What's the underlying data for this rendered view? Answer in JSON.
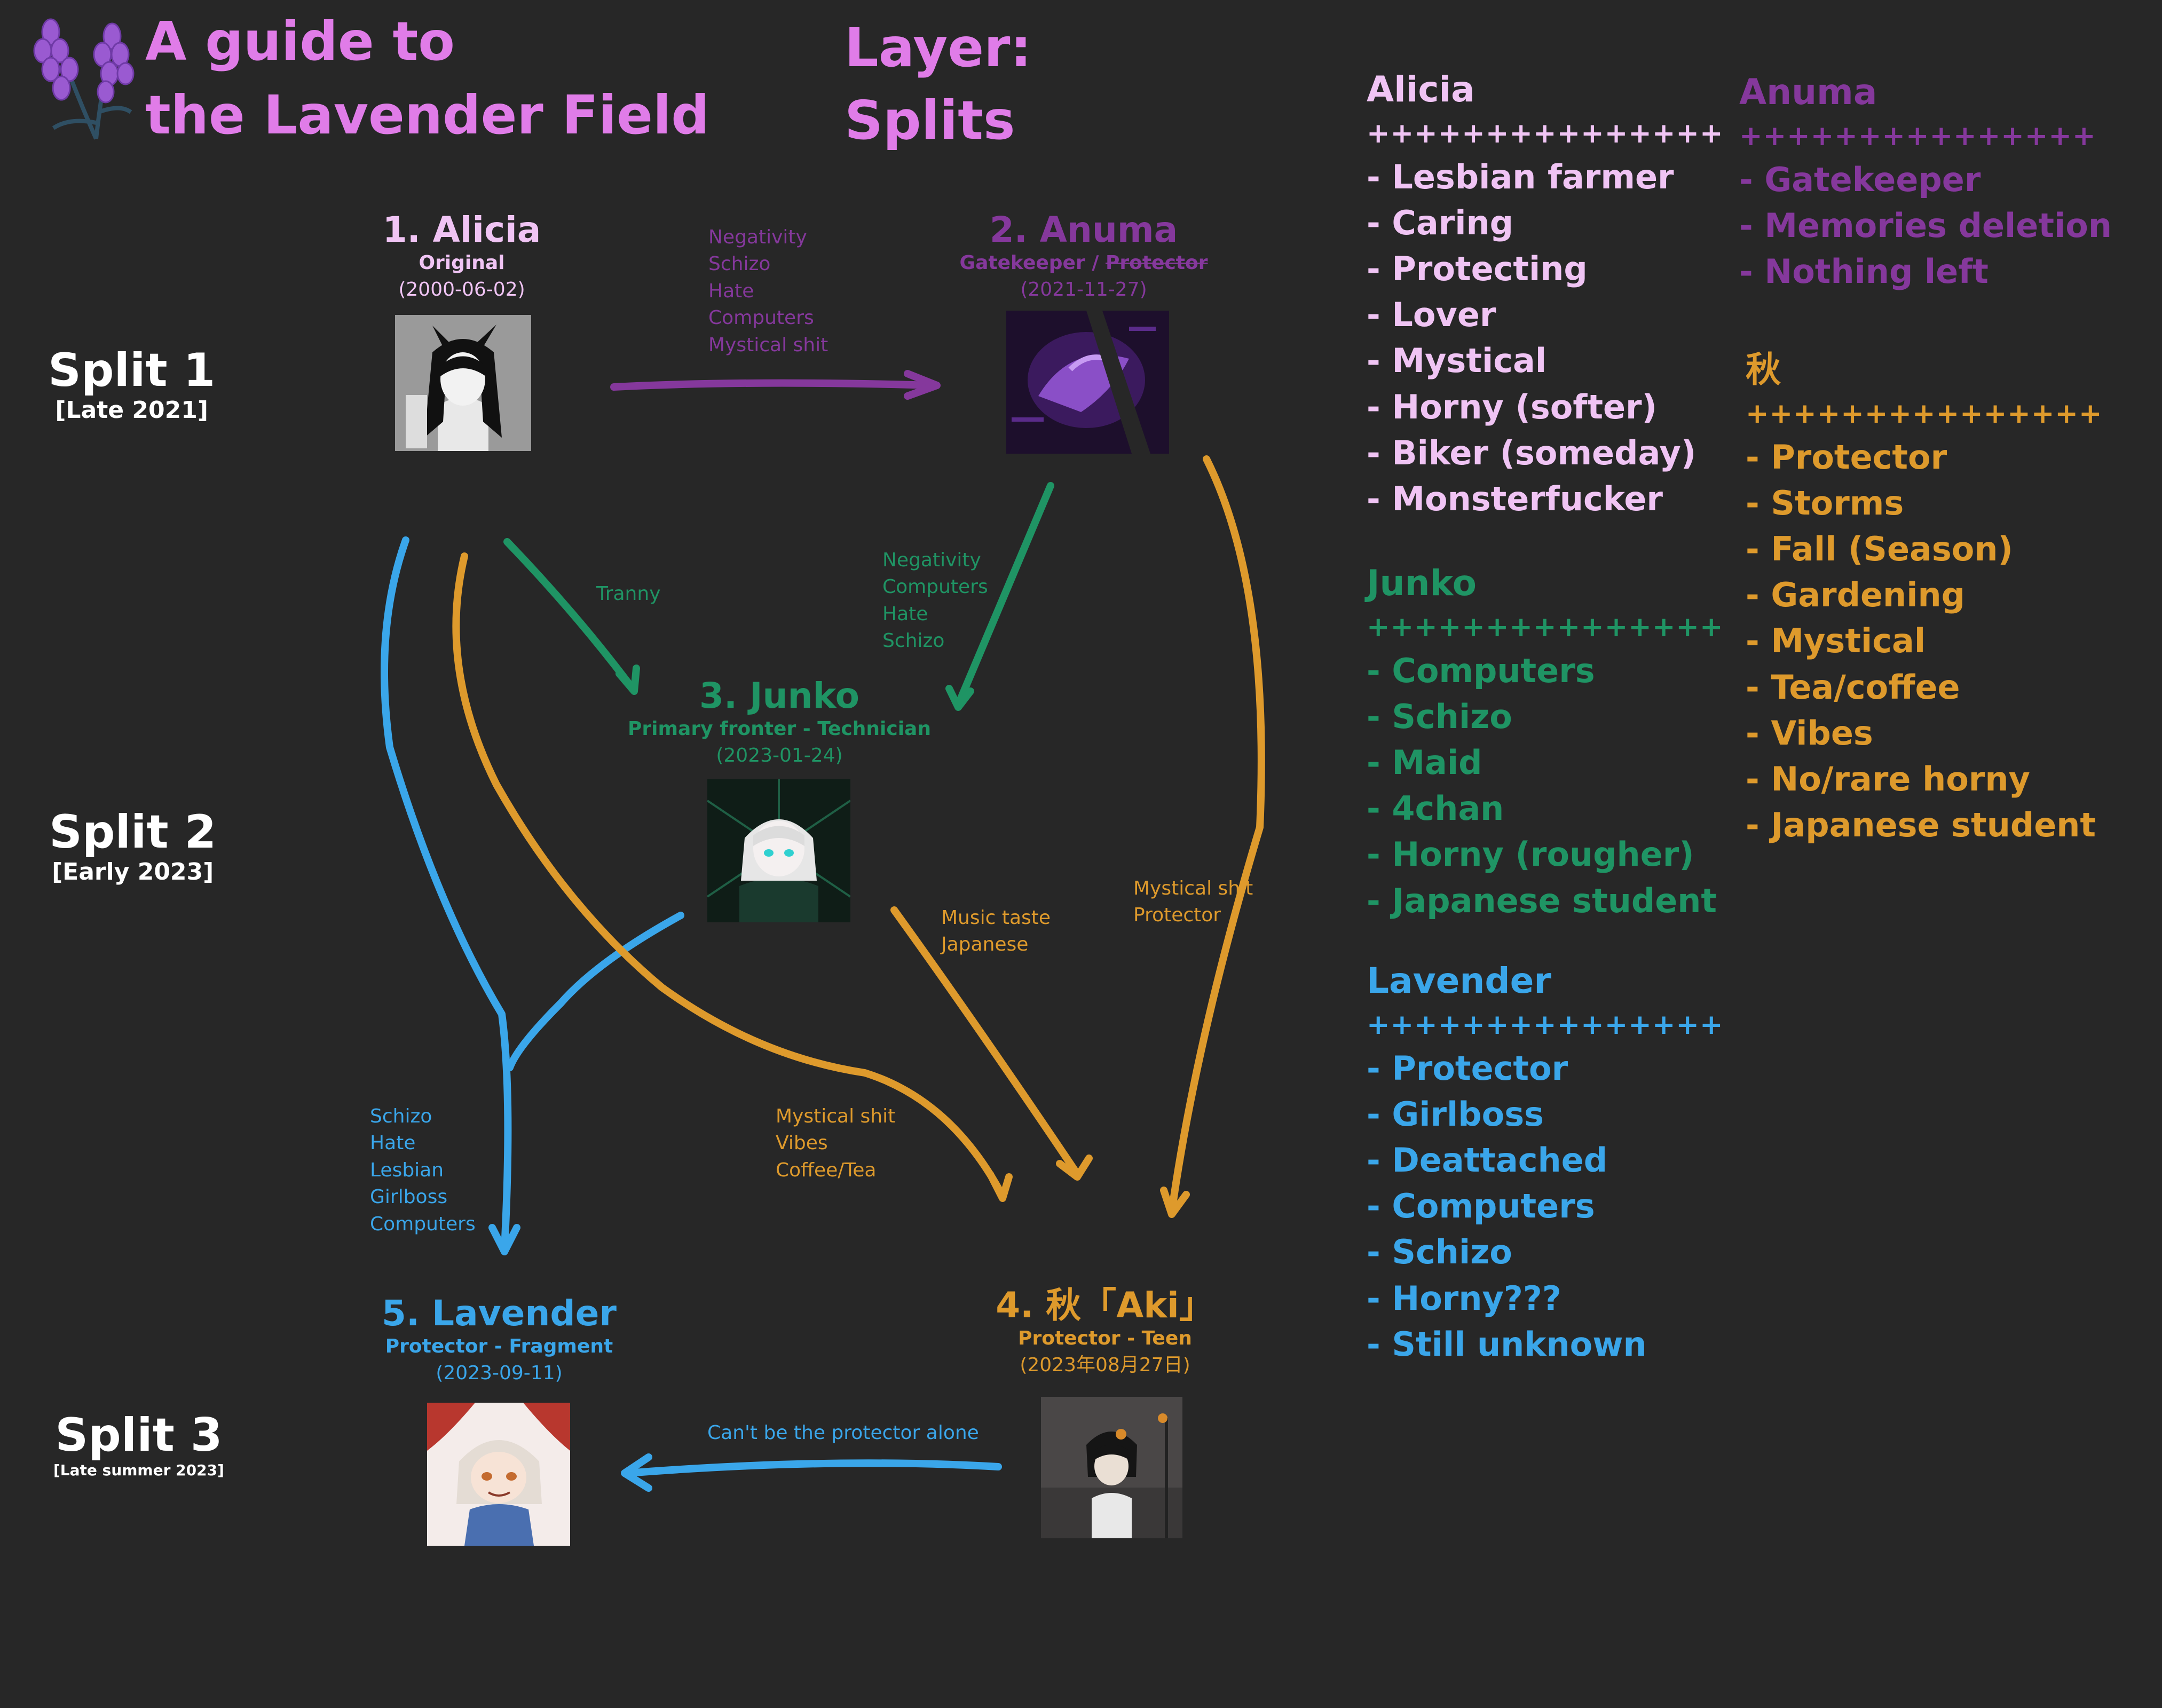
{
  "colors": {
    "background": "#272727",
    "title": "#e07ce8",
    "alicia": "#f0c4f4",
    "anuma": "#85389c",
    "junko": "#1f9464",
    "lavender": "#3aa6ea",
    "aki": "#de9a2c"
  },
  "icons": {
    "logo": "lavender-sprig-icon"
  },
  "title": {
    "line1": "A guide to",
    "line2": "the Lavender Field"
  },
  "layer": {
    "line1": "Layer:",
    "line2": "Splits"
  },
  "splits": [
    {
      "name": "Split 1",
      "when": "[Late 2021]"
    },
    {
      "name": "Split 2",
      "when": "[Early 2023]"
    },
    {
      "name": "Split 3",
      "when": "[Late summer 2023]"
    }
  ],
  "nodes": {
    "alicia": {
      "name": "1. Alicia",
      "role": "Original",
      "date": "(2000-06-02)"
    },
    "anuma": {
      "name": "2. Anuma",
      "role_a": "Gatekeeper / ",
      "role_b": "Protector",
      "date": "(2021-11-27)"
    },
    "junko": {
      "name": "3. Junko",
      "role": "Primary fronter - Technician",
      "date": "(2023-01-24)"
    },
    "aki": {
      "name": "4. 秋「Aki」",
      "role": "Protector - Teen",
      "date": "(2023年08月27日)"
    },
    "lavender": {
      "name": "5. Lavender",
      "role": "Protector - Fragment",
      "date": "(2023-09-11)"
    }
  },
  "edge_labels": {
    "alicia_anuma": [
      "Negativity",
      "Schizo",
      "Hate",
      "Computers",
      "Mystical shit"
    ],
    "alicia_junko": [
      "Tranny"
    ],
    "anuma_junko": [
      "Negativity",
      "Computers",
      "Hate",
      "Schizo"
    ],
    "junko_aki": [
      "Music taste",
      "Japanese"
    ],
    "anuma_aki": [
      "Mystical shit",
      "Protector"
    ],
    "alicia_aki": [
      "Mystical shit",
      "Vibes",
      "Coffee/Tea"
    ],
    "to_lavender": [
      "Schizo",
      "Hate",
      "Lesbian",
      "Girlboss",
      "Computers"
    ],
    "aki_lavender": [
      "Can't be the protector alone"
    ]
  },
  "traits": {
    "alicia": {
      "heading": "Alicia",
      "sep": "+++++++++++++++",
      "items": [
        "- Lesbian farmer",
        "- Caring",
        "- Protecting",
        "- Lover",
        "- Mystical",
        "- Horny (softer)",
        "- Biker (someday)",
        "- Monsterfucker"
      ]
    },
    "junko": {
      "heading": "Junko",
      "sep": "+++++++++++++++",
      "items": [
        "- Computers",
        "- Schizo",
        "- Maid",
        "- 4chan",
        "- Horny (rougher)",
        "- Japanese student"
      ]
    },
    "lavender": {
      "heading": "Lavender",
      "sep": "+++++++++++++++",
      "items": [
        "- Protector",
        "- Girlboss",
        "- Deattached",
        "- Computers",
        "- Schizo",
        "- Horny???",
        "- Still unknown"
      ]
    },
    "anuma": {
      "heading": "Anuma",
      "sep": "+++++++++++++++",
      "items": [
        "- Gatekeeper",
        "- Memories deletion",
        "- Nothing left"
      ]
    },
    "aki": {
      "heading": "秋",
      "sep": "+++++++++++++++",
      "items": [
        "- Protector",
        "- Storms",
        "- Fall (Season)",
        "- Gardening",
        "- Mystical",
        "- Tea/coffee",
        "- Vibes",
        "- No/rare horny",
        "- Japanese student"
      ]
    }
  }
}
